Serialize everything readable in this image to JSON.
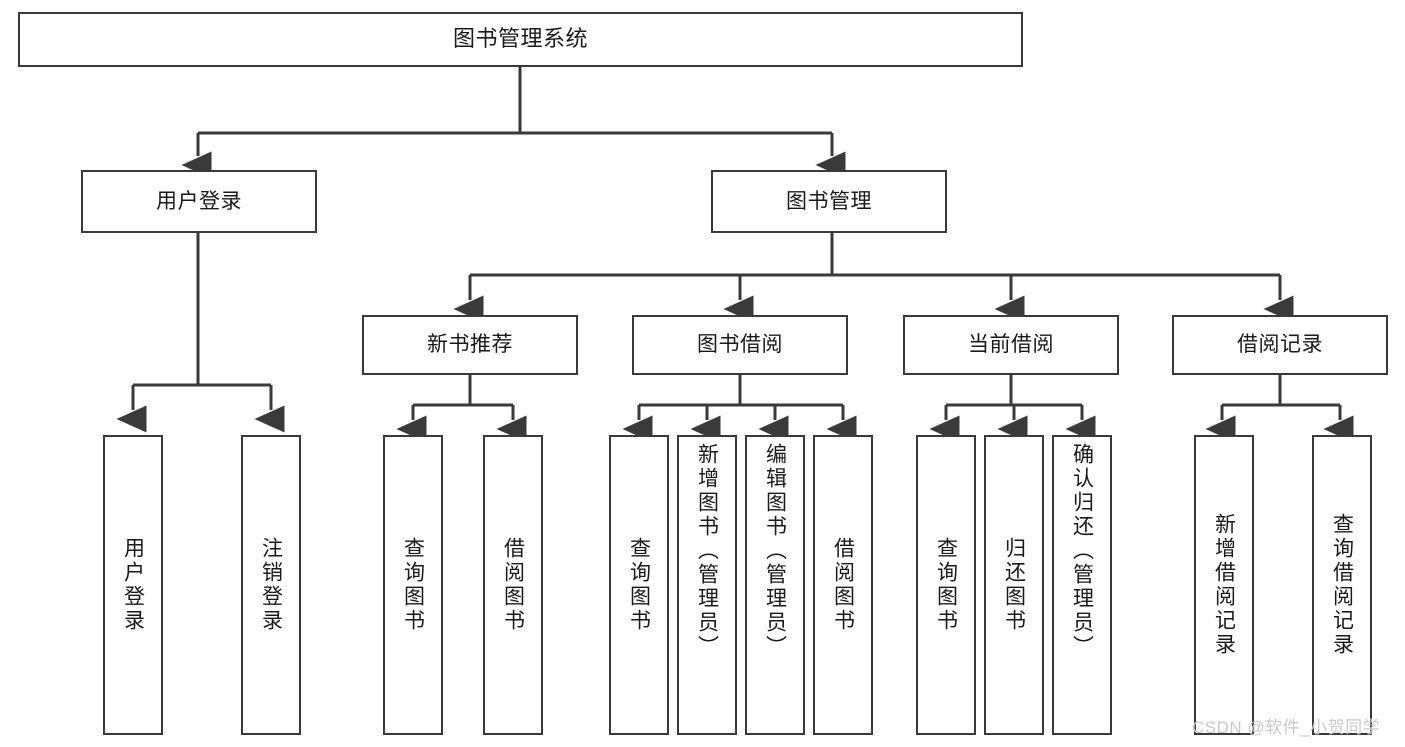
{
  "diagram": {
    "title": "图书管理系统",
    "type": "tree-hierarchy",
    "root": {
      "label": "图书管理系统"
    },
    "level2": [
      {
        "label": "用户登录"
      },
      {
        "label": "图书管理"
      }
    ],
    "level3": [
      {
        "label": "新书推荐"
      },
      {
        "label": "图书借阅"
      },
      {
        "label": "当前借阅"
      },
      {
        "label": "借阅记录"
      }
    ],
    "leaves": {
      "user_login": [
        {
          "label": "用户登录"
        },
        {
          "label": "注销登录"
        }
      ],
      "new_book_recommend": [
        {
          "label": "查询图书"
        },
        {
          "label": "借阅图书"
        }
      ],
      "book_borrow": [
        {
          "label": "查询图书"
        },
        {
          "label": "新增图书（管理员）"
        },
        {
          "label": "编辑图书（管理员）"
        },
        {
          "label": "借阅图书"
        }
      ],
      "current_borrow": [
        {
          "label": "查询图书"
        },
        {
          "label": "归还图书"
        },
        {
          "label": "确认归还（管理员）"
        }
      ],
      "borrow_record": [
        {
          "label": "新增借阅记录"
        },
        {
          "label": "查询借阅记录"
        }
      ]
    },
    "watermark": "CSDN @软件_小贺同学",
    "colors": {
      "border": "#3a3a3a",
      "background": "#ffffff",
      "text": "#1a1a1a",
      "watermark": "#c9c9c9"
    }
  }
}
